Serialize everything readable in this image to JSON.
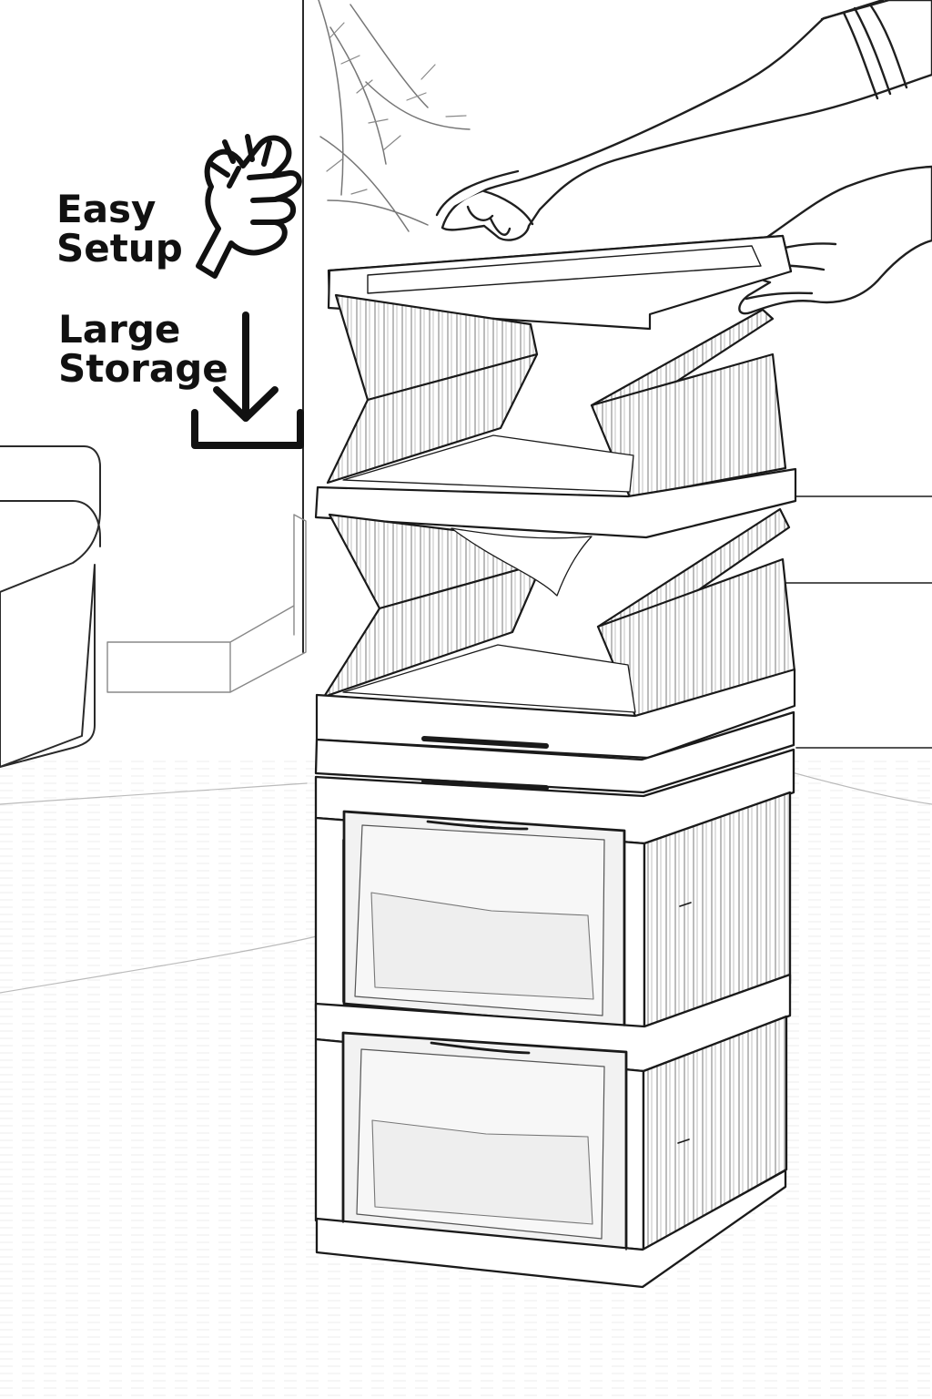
{
  "features": {
    "easy_setup": {
      "line1": "Easy",
      "line2": "Setup",
      "icon": "tap-hand-icon"
    },
    "large_storage": {
      "line1": "Large",
      "line2": "Storage",
      "icon": "download-tray-icon"
    }
  },
  "illustration": {
    "subject": "stacked-folding-storage-boxes",
    "style": "line-drawing",
    "colors": {
      "ink": "#111111",
      "background": "#ffffff"
    }
  }
}
